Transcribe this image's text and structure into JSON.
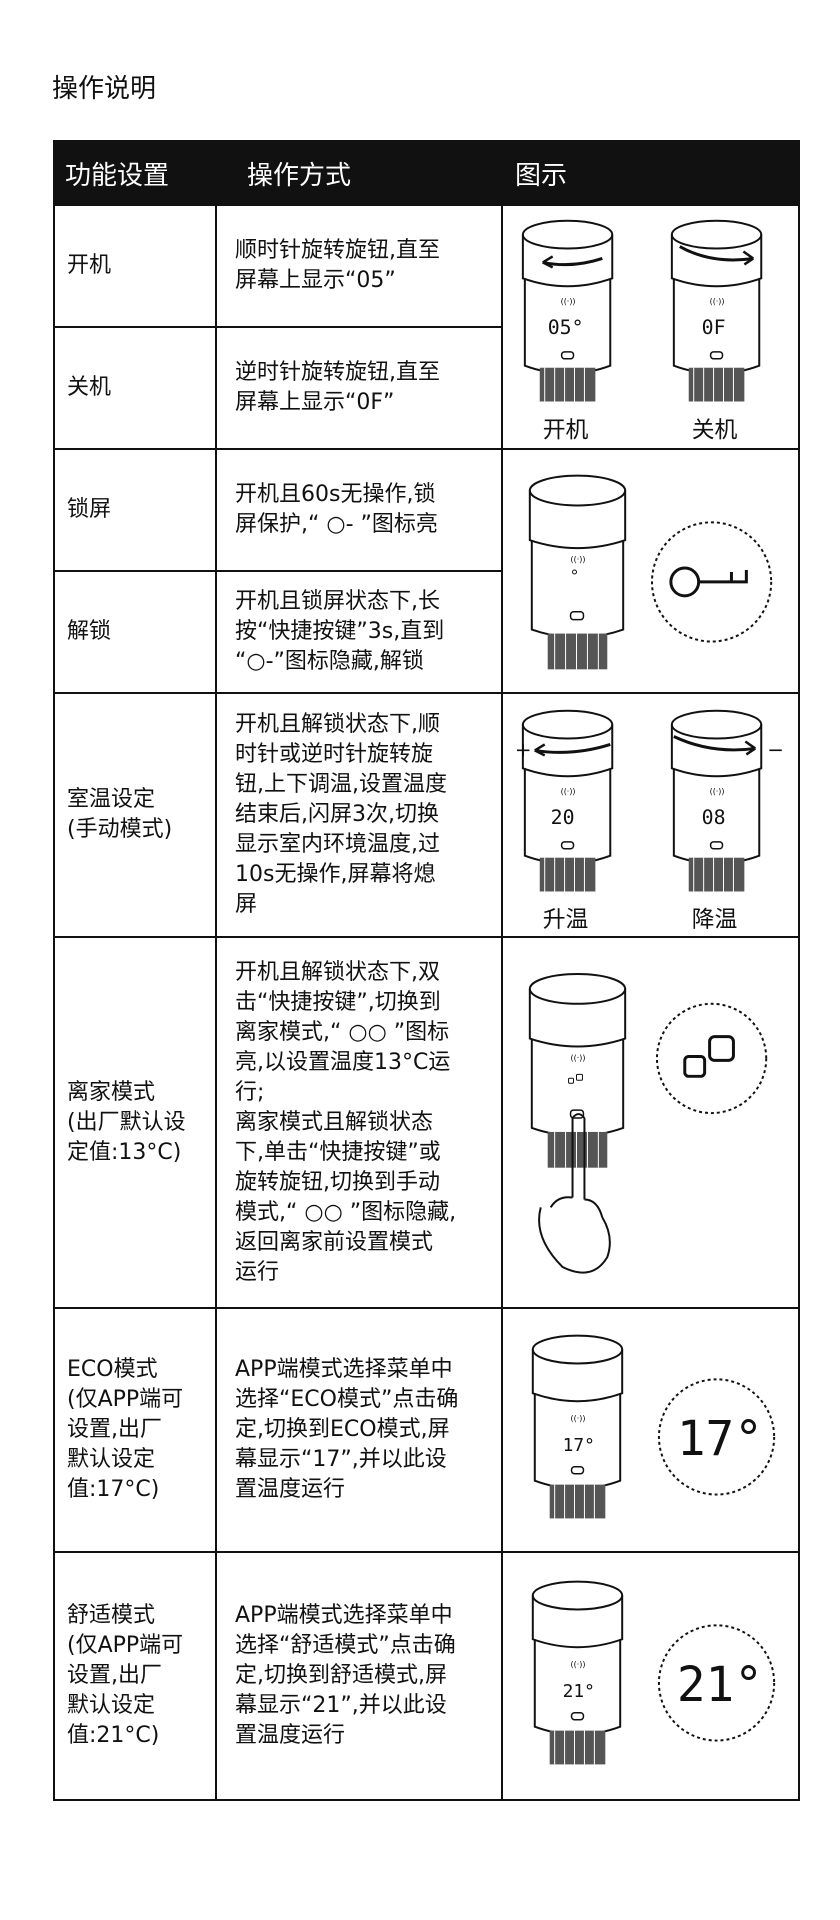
{
  "page": {
    "title": "操作说明"
  },
  "table": {
    "headers": {
      "function": "功能设置",
      "operation": "操作方式",
      "illustration": "图示"
    },
    "rows": [
      {
        "function": "开机",
        "operation": "顺时针旋转旋钮,直至\n屏幕上显示“05”"
      },
      {
        "function": "关机",
        "operation": "逆时针旋转旋钮,直至\n屏幕上显示“0F”"
      },
      {
        "function": "锁屏",
        "operation": "开机且60s无操作,锁\n屏保护,“ ○- ”图标亮"
      },
      {
        "function": "解锁",
        "operation": "开机且锁屏状态下,长\n按“快捷按键”3s,直到\n“○-”图标隐藏,解锁"
      },
      {
        "function": "室温设定\n(手动模式)",
        "operation": "开机且解锁状态下,顺\n时针或逆时针旋转旋\n钮,上下调温,设置温度\n结束后,闪屏3次,切换\n显示室内环境温度,过\n10s无操作,屏幕将熄\n屏"
      },
      {
        "function": "离家模式\n(出厂默认设\n定值:13°C)",
        "operation": "开机且解锁状态下,双\n击“快捷按键”,切换到\n离家模式,“ ○○ ”图标\n亮,以设置温度13°C运\n行;\n离家模式且解锁状态\n下,单击“快捷按键”或\n旋转旋钮,切换到手动\n模式,“ ○○ ”图标隐藏,\n返回离家前设置模式\n运行"
      },
      {
        "function": "ECO模式\n(仅APP端可\n设置,出厂\n默认设定\n值:17°C)",
        "operation": "APP端模式选择菜单中\n选择“ECO模式”点击确\n定,切换到ECO模式,屏\n幕显示“17”,并以此设\n置温度运行"
      },
      {
        "function": "舒适模式\n(仅APP端可\n设置,出厂\n默认设定\n值:21°C)",
        "operation": "APP端模式选择菜单中\n选择“舒适模式”点击确\n定,切换到舒适模式,屏\n幕显示“21”,并以此设\n置温度运行"
      }
    ]
  },
  "illustrations": {
    "power": {
      "left_caption": "开机",
      "right_caption": "关机",
      "left_display": "05°",
      "right_display": "0F"
    },
    "temp": {
      "left_caption": "升温",
      "right_caption": "降温",
      "left_display": "20",
      "right_display": "08",
      "plus": "+",
      "minus": "−"
    },
    "eco": {
      "display": "17°",
      "zoom": "17°"
    },
    "comfort": {
      "display": "21°",
      "zoom": "21°"
    }
  }
}
